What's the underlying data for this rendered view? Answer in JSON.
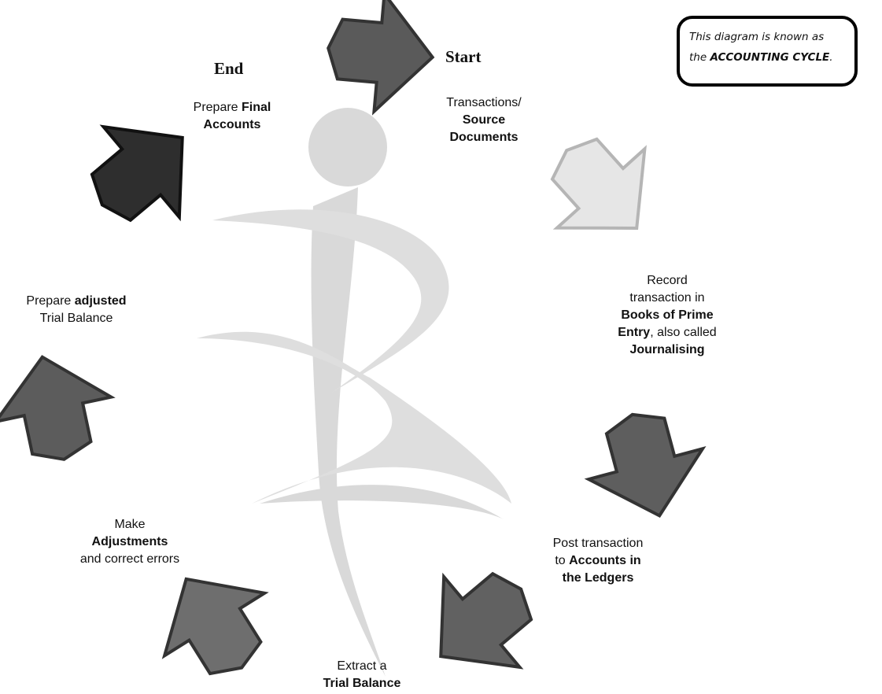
{
  "note": {
    "line1": "This diagram is known as",
    "line2_prefix": "the ",
    "line2_bold": "ACCOUNTING CYCLE",
    "line2_suffix": "."
  },
  "headings": {
    "start": "Start",
    "end": "End"
  },
  "steps": {
    "source": {
      "line1": "Transactions/",
      "line2": "Source",
      "line3": "Documents"
    },
    "record": {
      "line1": "Record",
      "line2": "transaction in",
      "line3": "Books of Prime",
      "line4_bold": "Entry",
      "line4_rest": ", also called",
      "line5": "Journalising"
    },
    "post": {
      "line1": "Post transaction",
      "line2_prefix": "to ",
      "line2_bold": "Accounts in",
      "line3": "the Ledgers"
    },
    "trial": {
      "line1": "Extract a",
      "line2": "Trial Balance"
    },
    "adjust": {
      "line1": "Make",
      "line2": "Adjustments",
      "line3": "and correct errors"
    },
    "adjusted_tb": {
      "line1_prefix": "Prepare ",
      "line1_bold": "adjusted",
      "line2": "Trial Balance"
    },
    "final": {
      "line1_prefix": "Prepare ",
      "line1_bold": "Final",
      "line2": "Accounts"
    }
  },
  "colors": {
    "arrow_start": "#5a5a5a",
    "arrow_source": "#e6e6e6",
    "arrow_record": "#5e5e5e",
    "arrow_post": "#616161",
    "arrow_trial": "#6e6e6e",
    "arrow_adjust": "#5c5c5c",
    "arrow_final": "#2e2e2e",
    "watermark": "#d9d9d9"
  }
}
